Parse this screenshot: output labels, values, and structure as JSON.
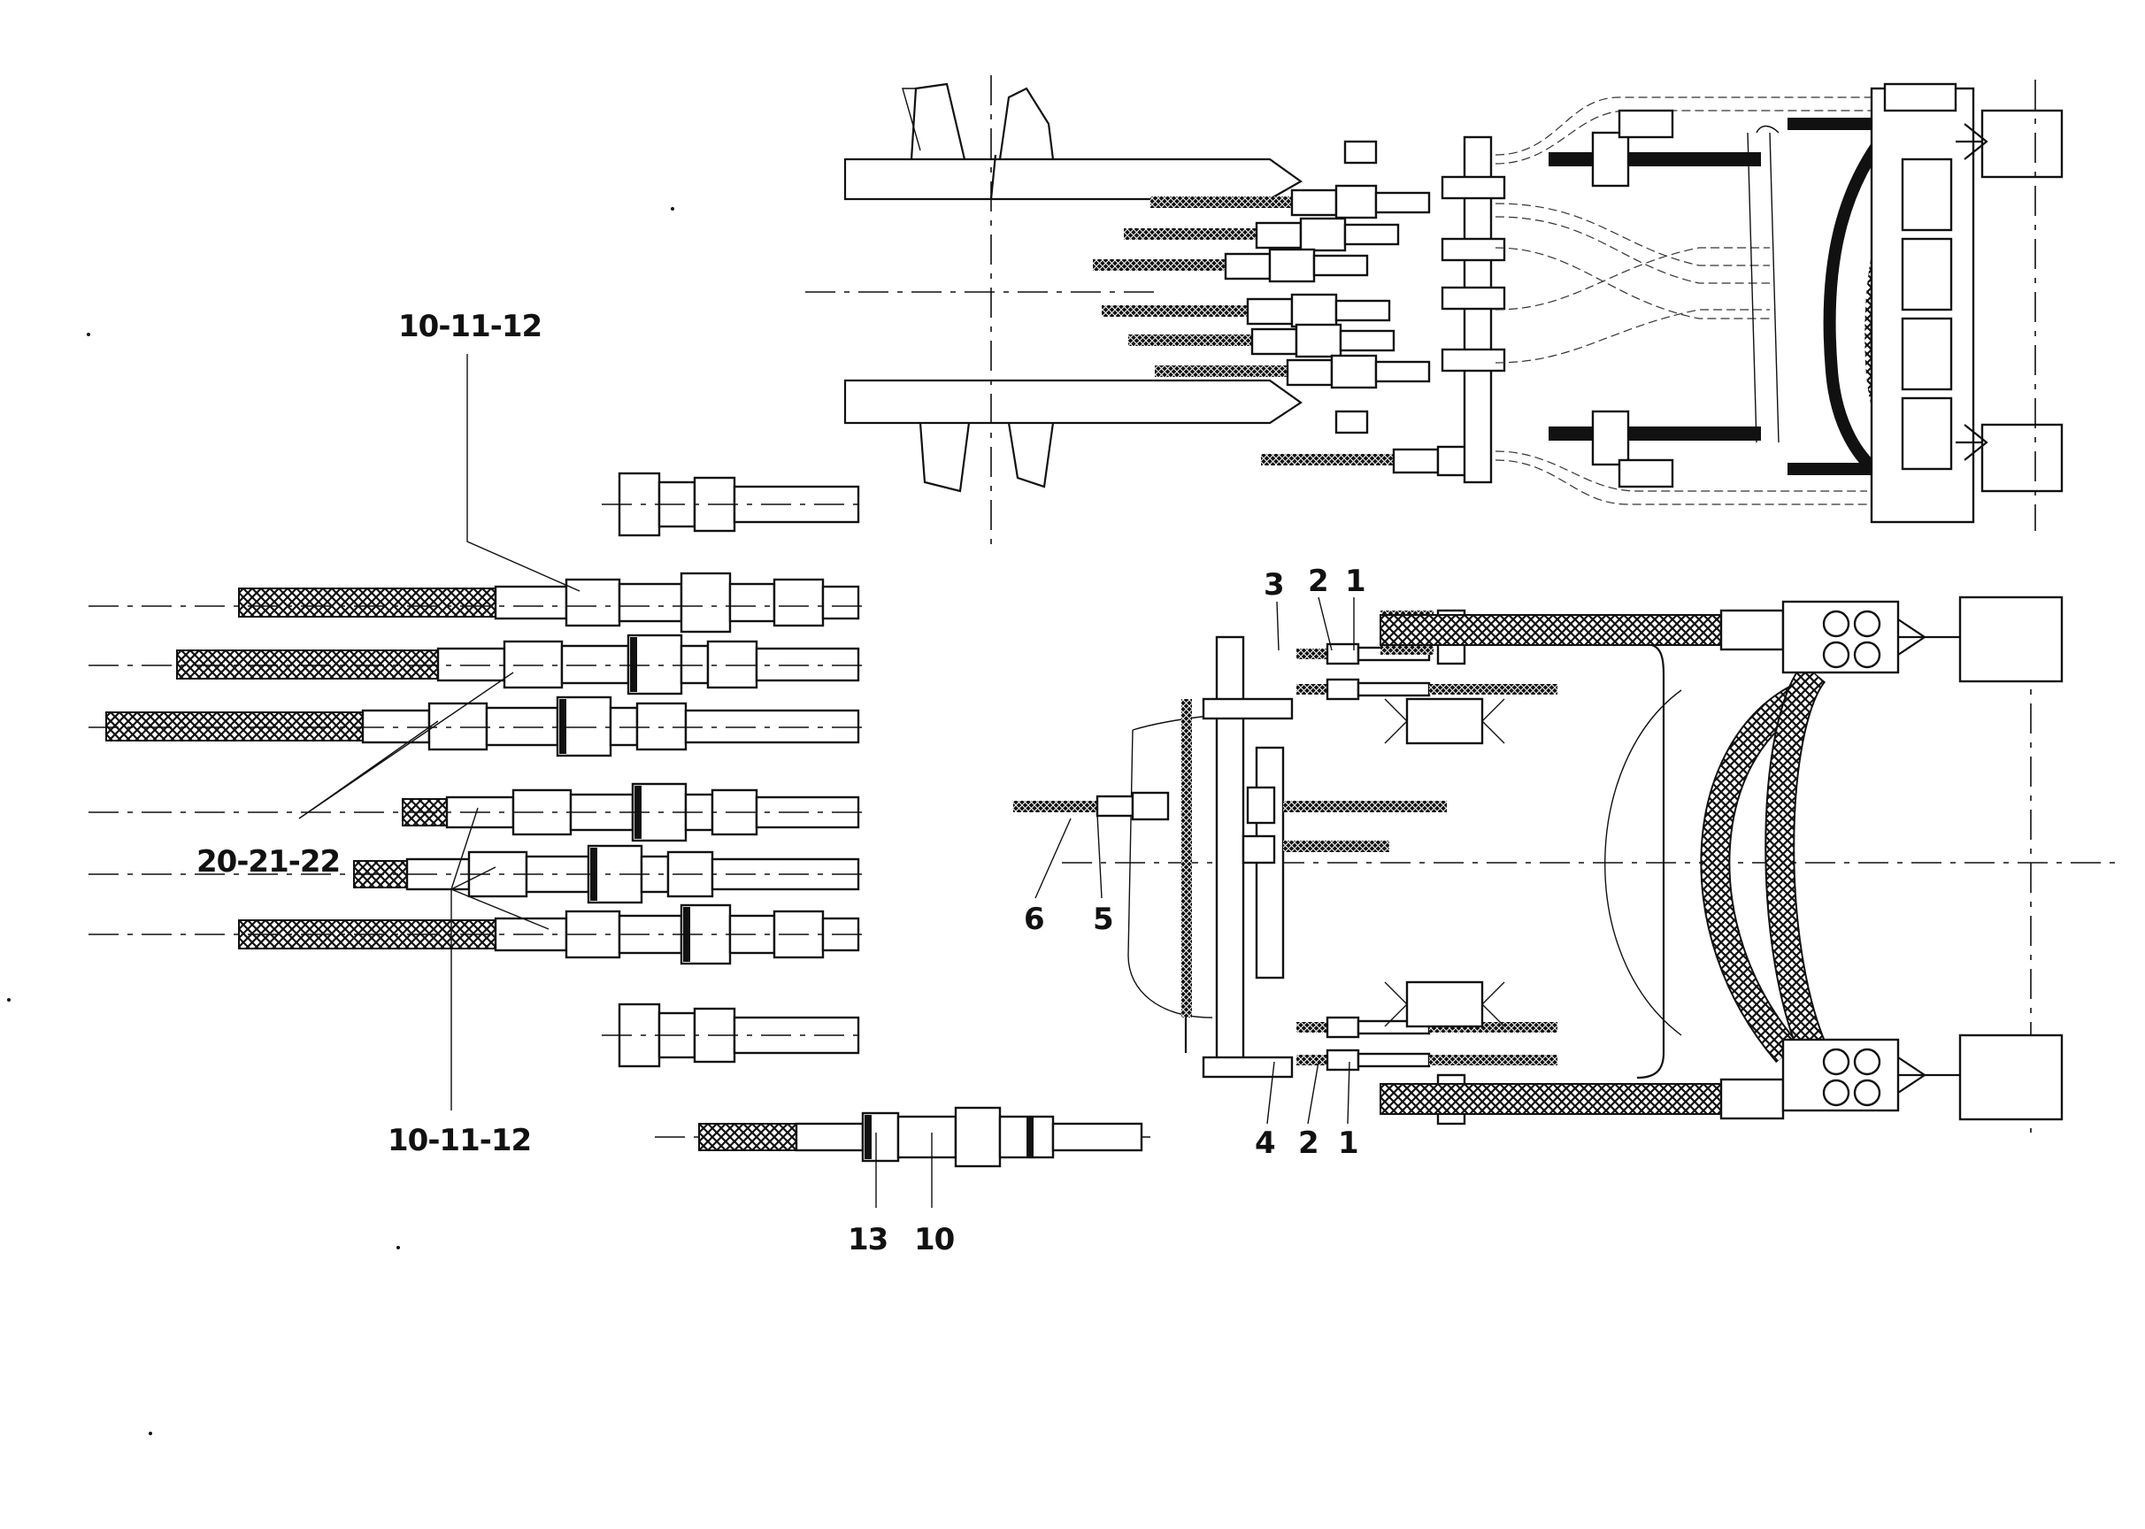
{
  "callouts": {
    "left_top": "10-11-12",
    "left_mid": "20-21-22",
    "left_bottom": "10-11-12",
    "bottom_a": "13",
    "bottom_b": "10",
    "right_top_3": "3",
    "right_top_2": "2",
    "right_top_1": "1",
    "right_mid_6": "6",
    "right_mid_5": "5",
    "right_bot_4": "4",
    "right_bot_2": "2",
    "right_bot_1": "1"
  },
  "colors": {
    "ink": "#111111",
    "paper": "#ffffff"
  },
  "icons": {
    "hose_pattern": "crosshatch-braid"
  }
}
